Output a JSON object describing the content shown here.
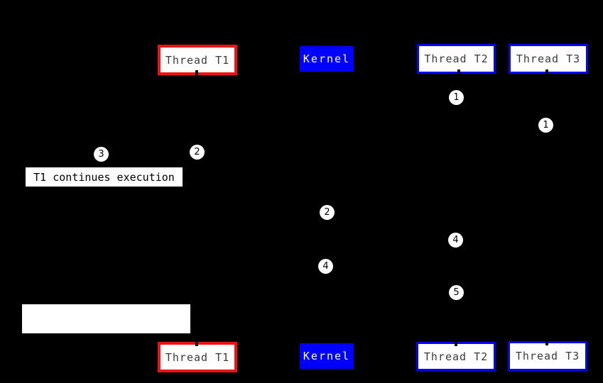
{
  "diagram": {
    "description": "Thread scheduling sequence diagram with kernel and three threads",
    "background": "#000000"
  },
  "colors": {
    "thread_t1_border": "#ee1212",
    "thread_t2_t3_border": "#0404f2",
    "kernel_fill": "#0000ff",
    "node_fill": "#ffffff",
    "node_text": "#3a3a3a",
    "kernel_text": "#ffffff",
    "note_fill": "#ffffff",
    "note_text": "#000000",
    "circle_fill": "#ffffff",
    "circle_text": "#000000"
  },
  "nodes": {
    "top": [
      {
        "label": "Thread T1"
      },
      {
        "label": "Kernel"
      },
      {
        "label": "Thread T2"
      },
      {
        "label": "Thread T3"
      }
    ],
    "bottom": [
      {
        "label": "Thread T1"
      },
      {
        "label": "Kernel"
      },
      {
        "label": "Thread T2"
      },
      {
        "label": "Thread T3"
      }
    ]
  },
  "notes": {
    "t1_continues": "T1 continues execution",
    "blank": ""
  },
  "step_markers": [
    {
      "label": "1"
    },
    {
      "label": "1"
    },
    {
      "label": "2"
    },
    {
      "label": "3"
    },
    {
      "label": "2"
    },
    {
      "label": "4"
    },
    {
      "label": "4"
    },
    {
      "label": "5"
    }
  ]
}
